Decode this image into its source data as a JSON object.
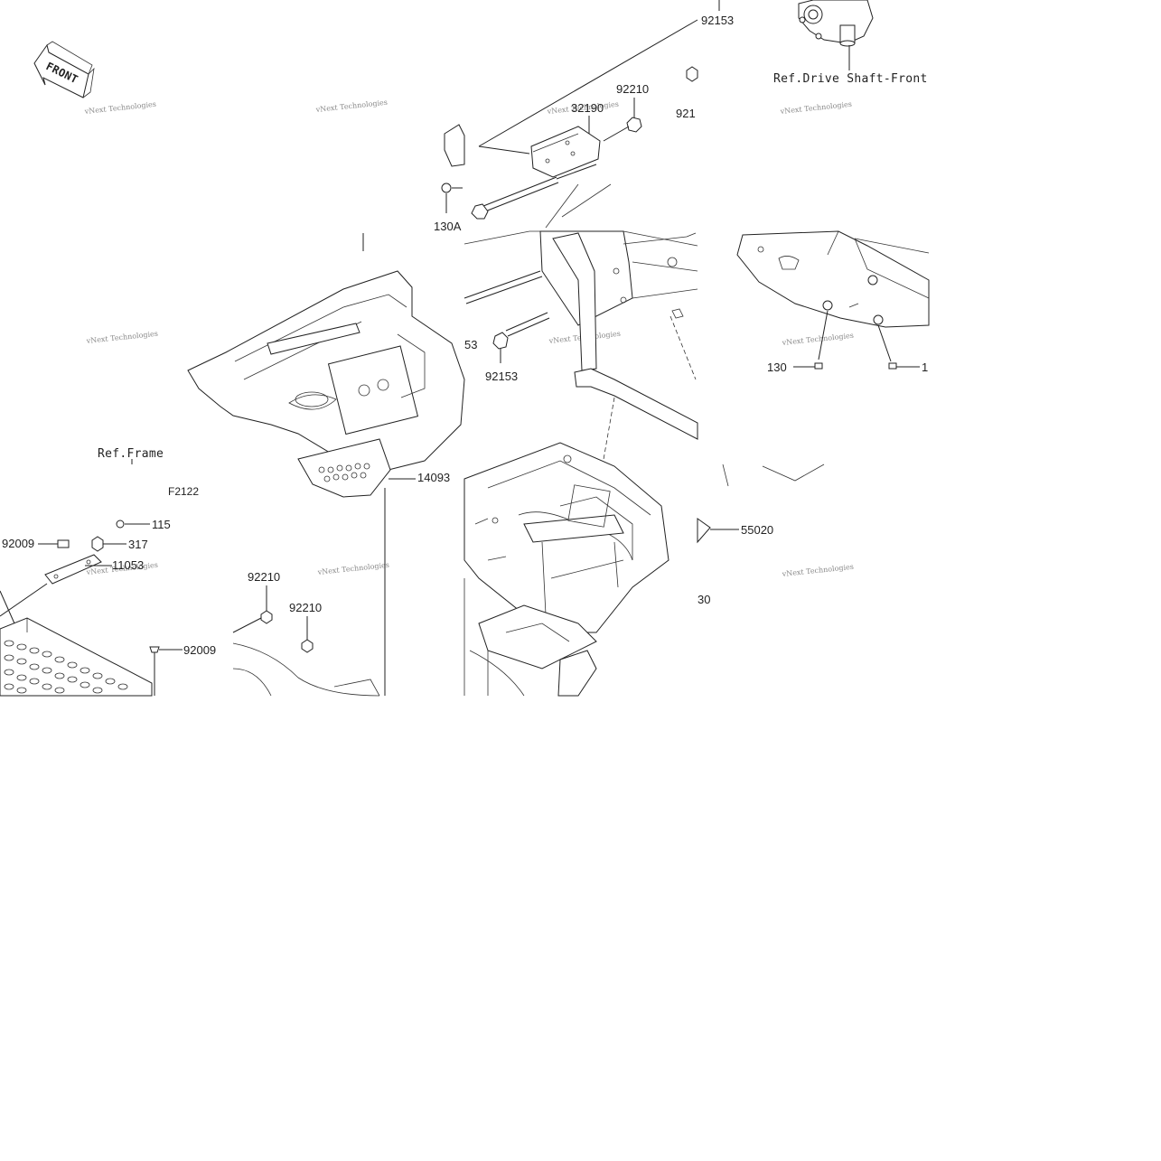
{
  "front_badge": "FRONT",
  "ref_drive_shaft": "Ref.Drive Shaft-Front",
  "ref_frame": "Ref.Frame",
  "figure_code": "F2122",
  "watermark": "vNext Technologies",
  "parts": {
    "p92153_top": "92153",
    "p92210_top": "92210",
    "p921": "921",
    "p32190": "32190",
    "p130A": "130A",
    "p53": "53",
    "p92153_mid": "92153",
    "p130": "130",
    "p1": "1",
    "p14093": "14093",
    "p115": "115",
    "p92009_left": "92009",
    "p317": "317",
    "p11053": "11053",
    "p92210_a": "92210",
    "p92210_b": "92210",
    "p92009_low": "92009",
    "p55020": "55020",
    "p30": "30"
  }
}
